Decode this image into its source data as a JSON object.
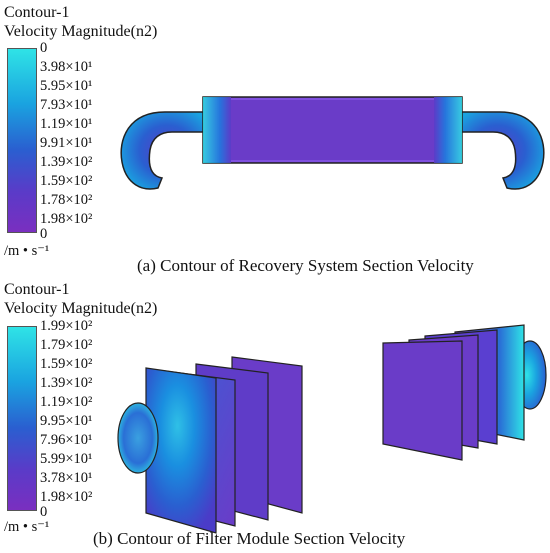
{
  "panel_a": {
    "legend_title_1": "Contour-1",
    "legend_title_2": "Velocity Magnitude(n2)",
    "ticks": [
      "0",
      "3.98×10¹",
      "5.95×10¹",
      "7.93×10¹",
      "1.19×10¹",
      "9.91×10¹",
      "1.39×10²",
      "1.59×10²",
      "1.78×10²",
      "1.98×10²",
      "0"
    ],
    "unit": "/m • s⁻¹",
    "caption": "(a) Contour of Recovery System Section Velocity"
  },
  "panel_b": {
    "legend_title_1": "Contour-1",
    "legend_title_2": "Velocity Magnitude(n2)",
    "ticks": [
      "1.99×10²",
      "1.79×10²",
      "1.59×10²",
      "1.39×10²",
      "1.19×10²",
      "9.95×10¹",
      "7.96×10¹",
      "5.99×10¹",
      "3.78×10¹",
      "1.98×10²",
      "0"
    ],
    "unit": "/m • s⁻¹",
    "caption": "(b) Contour of Filter Module Section Velocity"
  },
  "colors": {
    "top": "#2fe3e6",
    "upper": "#1aa3e0",
    "mid": "#2a5fd0",
    "lower": "#5a3bc8",
    "bottom": "#7a2fc0",
    "body": "#6a3cc8"
  }
}
